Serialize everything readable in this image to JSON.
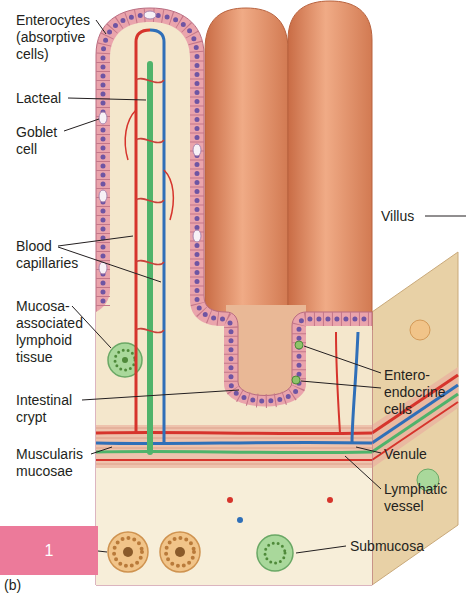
{
  "diagram": {
    "nodes": [
      {
        "text": [
          "1"
        ]
      }
    ],
    "labels": [
      "Enterocytes (absorptive cells)",
      "Lacteal",
      "Goblet cell",
      "Blood capillaries",
      "Mucosa-associated lymphoid tissue",
      "Intestinal crypt",
      "Muscularis mucosae",
      "Villus",
      "Entero-endocrine cells",
      "Venule",
      "Lymphatic vessel",
      "Submucosa",
      "(b)"
    ]
  }
}
